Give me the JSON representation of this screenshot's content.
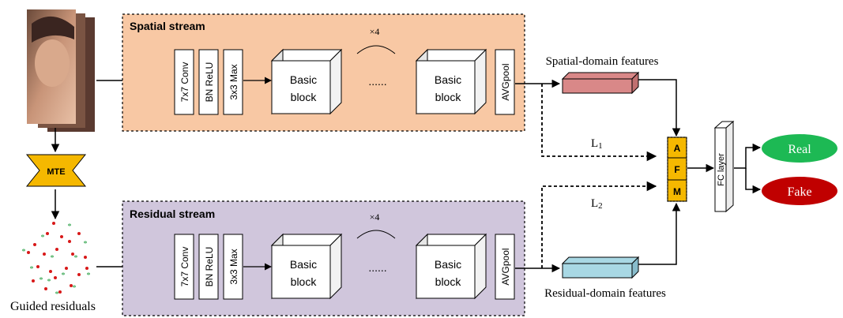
{
  "streams": {
    "spatial": {
      "title": "Spatial stream",
      "ops": [
        "7x7 Conv",
        "BN ReLU",
        "3x3 Max"
      ],
      "block1": [
        "Basic",
        "block"
      ],
      "ellipsis": "......",
      "block2": [
        "Basic",
        "block"
      ],
      "repeat": "×4",
      "pool": "AVGpool",
      "fill": "#f8c8a4"
    },
    "residual": {
      "title": "Residual stream",
      "ops": [
        "7x7 Conv",
        "BN ReLU",
        "3x3 Max"
      ],
      "block1": [
        "Basic",
        "block"
      ],
      "ellipsis": "......",
      "block2": [
        "Basic",
        "block"
      ],
      "repeat": "×4",
      "pool": "AVGpool",
      "fill": "#d0c6dc"
    }
  },
  "input": {
    "caption": ""
  },
  "mte": {
    "label": "MTE",
    "fill": "#f5b800"
  },
  "residuals": {
    "caption": "Guided residuals"
  },
  "features": {
    "spatial_label": "Spatial-domain features",
    "residual_label": "Residual-domain features",
    "spatial_color": "#d98888",
    "residual_color": "#a8d8e4"
  },
  "losses": {
    "l1": "L",
    "l1_sub": "1",
    "l2": "L",
    "l2_sub": "2"
  },
  "afm": {
    "letters": [
      "A",
      "F",
      "M"
    ],
    "fill": "#f5b800"
  },
  "fc": {
    "label": "FC layer"
  },
  "outputs": {
    "real": "Real",
    "fake": "Fake",
    "real_color": "#1db954",
    "fake_color": "#c00000"
  }
}
